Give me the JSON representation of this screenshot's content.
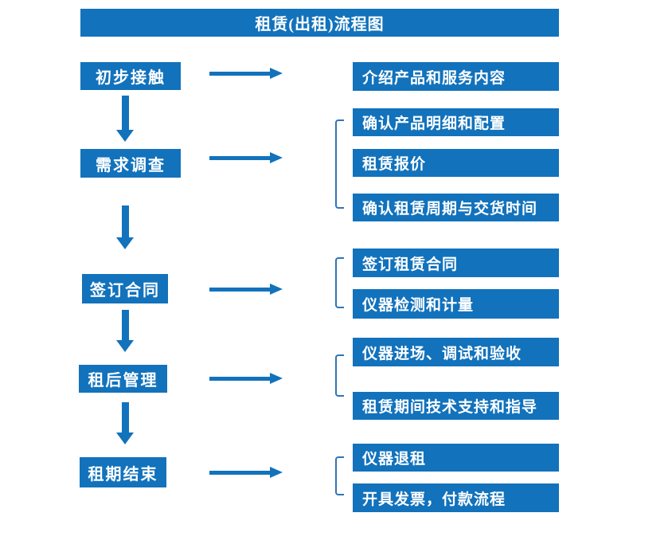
{
  "title": "租赁(出租)流程图",
  "colors": {
    "primary": "#1272BC",
    "bracket": "#2E75B6",
    "text": "#FFFFFF",
    "background": "#FFFFFF"
  },
  "steps": [
    {
      "label": "初步接触",
      "outputs": [
        "介绍产品和服务内容"
      ]
    },
    {
      "label": "需求调查",
      "outputs": [
        "确认产品明细和配置",
        "租赁报价",
        "确认租赁周期与交货时间"
      ]
    },
    {
      "label": "签订合同",
      "outputs": [
        "签订租赁合同",
        "仪器检测和计量"
      ]
    },
    {
      "label": "租后管理",
      "outputs": [
        "仪器进场、调试和验收",
        "租赁期间技术支持和指导"
      ]
    },
    {
      "label": "租期结束",
      "outputs": [
        "仪器退租",
        "开具发票，付款流程"
      ]
    }
  ]
}
